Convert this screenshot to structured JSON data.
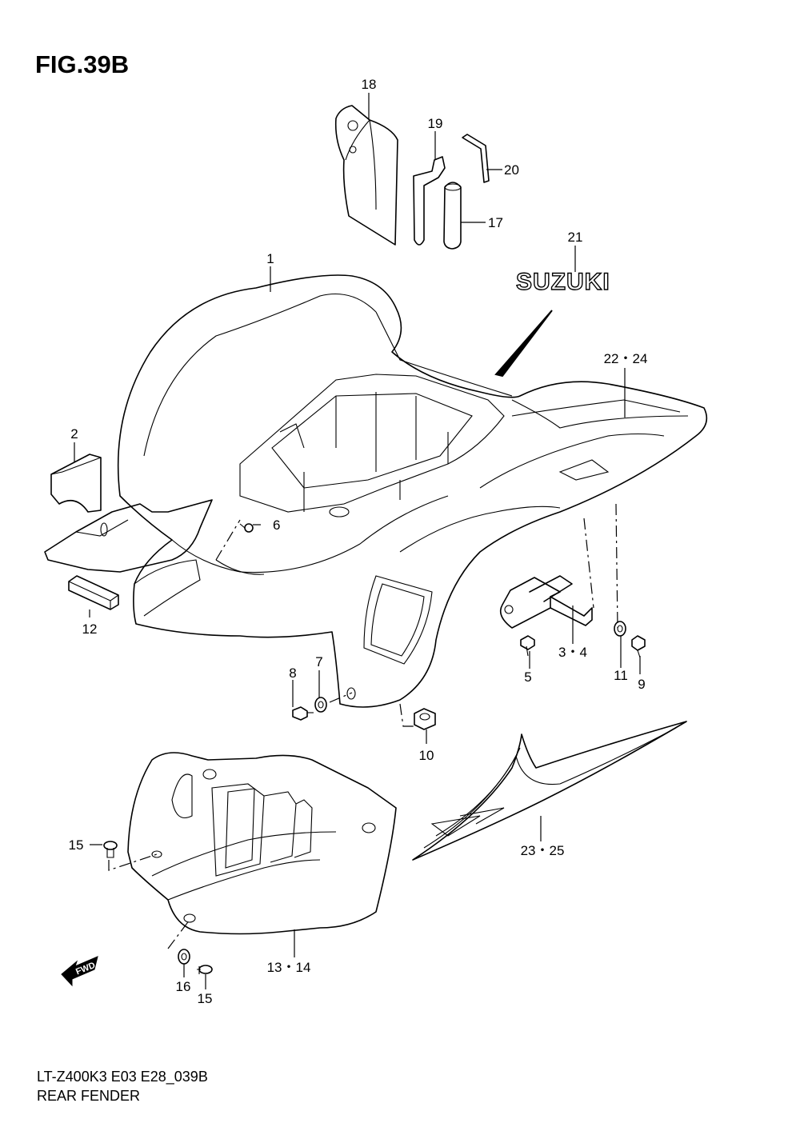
{
  "figure": {
    "title": "FIG.39B",
    "model_code": "LT-Z400K3 E03 E28_039B",
    "caption": "REAR FENDER"
  },
  "callouts": {
    "c1": "1",
    "c2": "2",
    "c3_4": "3・4",
    "c5": "5",
    "c6": "6",
    "c7": "7",
    "c8": "8",
    "c9": "9",
    "c10": "10",
    "c11": "11",
    "c12": "12",
    "c13_14": "13・14",
    "c15a": "15",
    "c15b": "15",
    "c16": "16",
    "c17": "17",
    "c18": "18",
    "c19": "19",
    "c20": "20",
    "c21": "21",
    "c22_24": "22・24",
    "c23_25": "23・25"
  },
  "decal": {
    "brand_text": "SUZUKI"
  },
  "direction_marker": {
    "label": "FWD"
  }
}
